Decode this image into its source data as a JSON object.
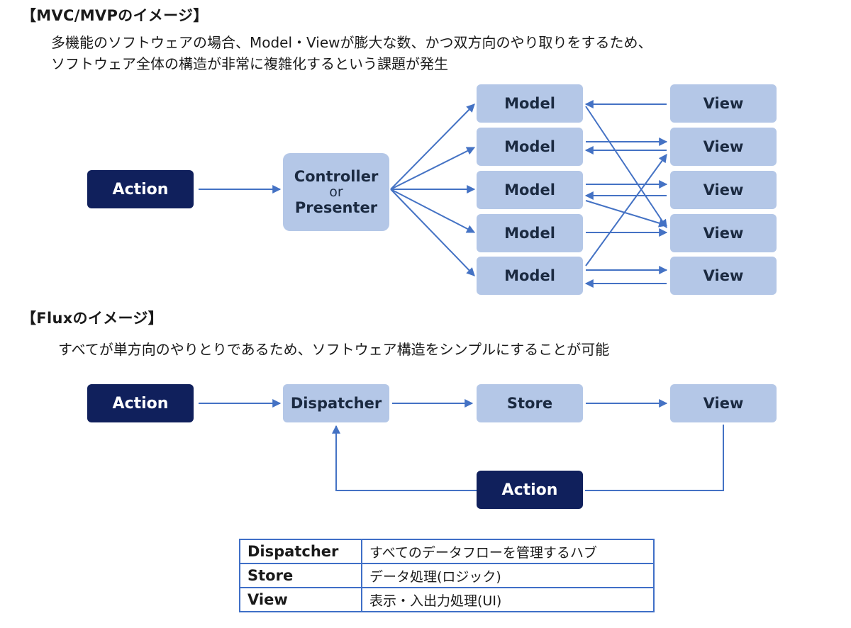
{
  "mvc": {
    "heading": "【MVC/MVPのイメージ】",
    "desc_line1": "多機能のソフトウェアの場合、Model・Viewが膨大な数、かつ双方向のやり取りをするため、",
    "desc_line2": "ソフトウェア全体の構造が非常に複雑化するという課題が発生",
    "action": "Action",
    "controller_line1": "Controller",
    "controller_or": "or",
    "controller_line2": "Presenter",
    "models": [
      "Model",
      "Model",
      "Model",
      "Model",
      "Model"
    ],
    "views": [
      "View",
      "View",
      "View",
      "View",
      "View"
    ]
  },
  "flux": {
    "heading": "【Fluxのイメージ】",
    "desc": "すべてが単方向のやりとりであるため、ソフトウェア構造をシンプルにすることが可能",
    "action": "Action",
    "dispatcher": "Dispatcher",
    "store": "Store",
    "view": "View",
    "feedback_action": "Action"
  },
  "glossary": [
    {
      "term": "Dispatcher",
      "definition": "すべてのデータフローを管理するハブ"
    },
    {
      "term": "Store",
      "definition": "データ処理(ロジック)"
    },
    {
      "term": "View",
      "definition": "表示・入出力処理(UI)"
    }
  ],
  "colors": {
    "dark_box": "#10205c",
    "light_box": "#b4c7e7",
    "arrow": "#4472c4",
    "table_border": "#3f6fc7"
  }
}
